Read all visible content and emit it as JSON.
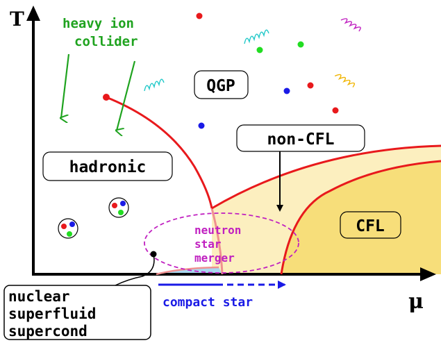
{
  "axes": {
    "y_label": "T",
    "x_label": "μ"
  },
  "labels": {
    "collider": [
      "heavy ion",
      "collider"
    ],
    "qgp": "QGP",
    "non_cfl": "non-CFL",
    "hadronic": "hadronic",
    "cfl": "CFL",
    "merger": [
      "neutron",
      "star",
      "merger"
    ],
    "nuclear": [
      "nuclear",
      "superfluid",
      "supercond"
    ],
    "compact_star": "compact star"
  },
  "colors": {
    "boundary": "#e8191c",
    "collider_arrows": "#1fa31f",
    "merger": "#c020c0",
    "compact_star": "#1a1ae6",
    "cfl_fill": "#f7de7a",
    "noncfl_fill": "#fcefbf",
    "quark_red": "#e8191c",
    "quark_green": "#22dd22",
    "quark_blue": "#1a1ae6",
    "gluon_cyan": "#20c8c8",
    "gluon_magenta": "#c020c0",
    "gluon_yellow": "#f0b400"
  }
}
